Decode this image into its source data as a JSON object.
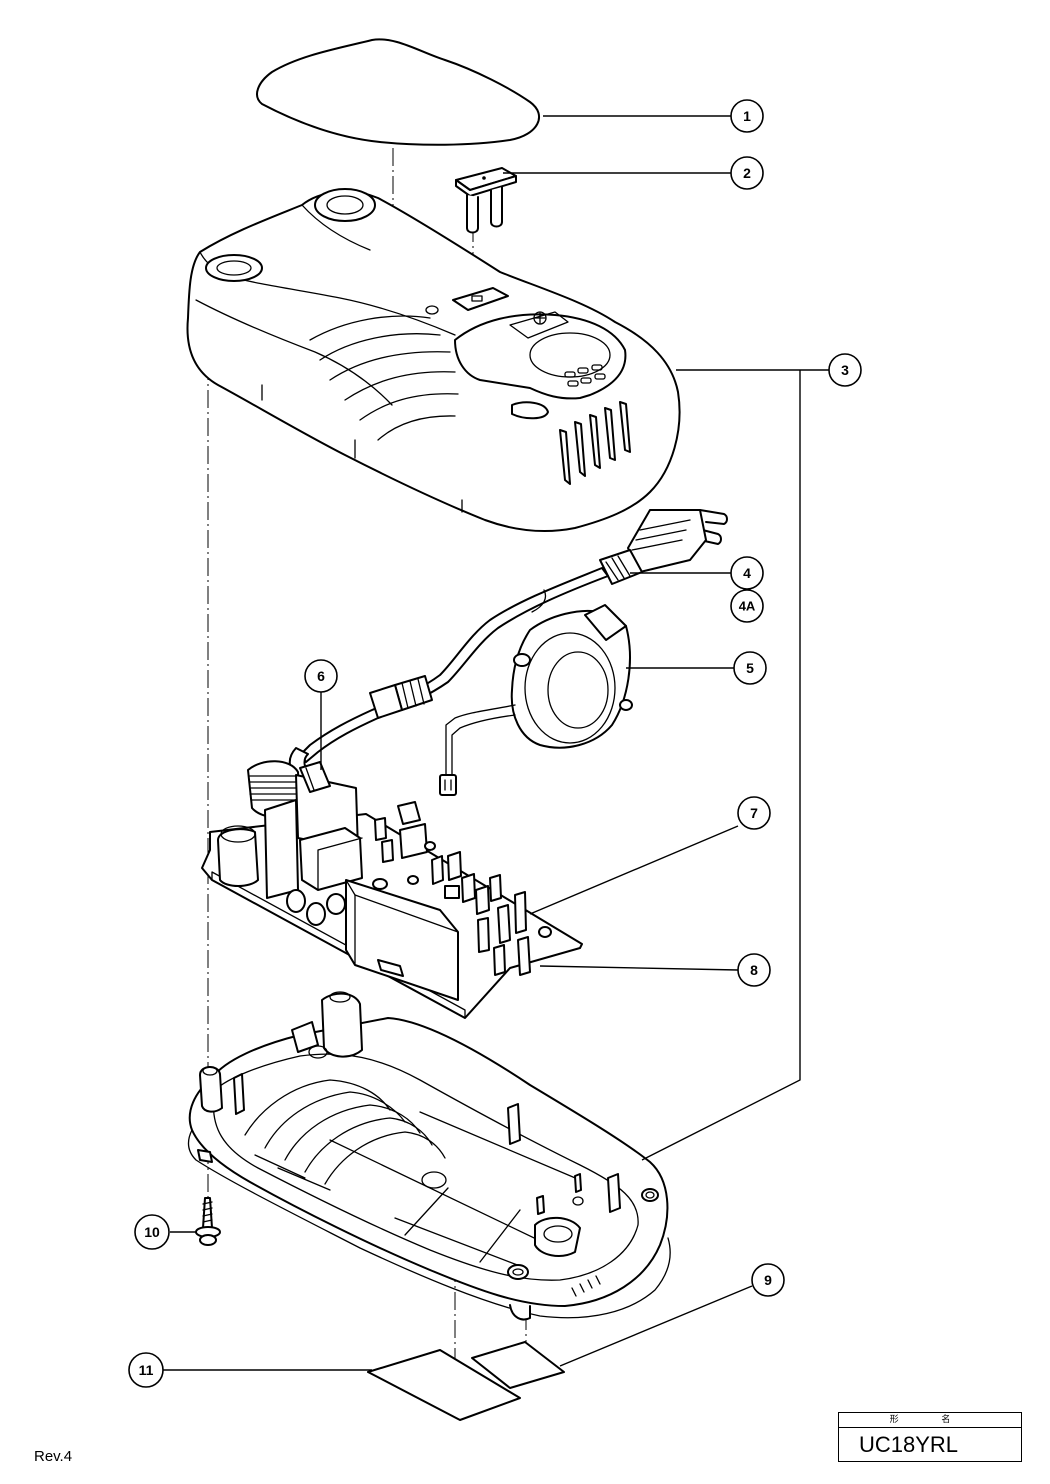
{
  "callouts": [
    {
      "id": "c1",
      "label": "1"
    },
    {
      "id": "c2",
      "label": "2"
    },
    {
      "id": "c3",
      "label": "3"
    },
    {
      "id": "c4",
      "label": "4"
    },
    {
      "id": "c4a",
      "label": "4A"
    },
    {
      "id": "c5",
      "label": "5"
    },
    {
      "id": "c6",
      "label": "6"
    },
    {
      "id": "c7",
      "label": "7"
    },
    {
      "id": "c8",
      "label": "8"
    },
    {
      "id": "c9",
      "label": "9"
    },
    {
      "id": "c10",
      "label": "10"
    },
    {
      "id": "c11",
      "label": "11"
    }
  ],
  "footer": {
    "revision": "Rev.4",
    "title_block_header": "形 名",
    "model": "UC18YRL"
  }
}
